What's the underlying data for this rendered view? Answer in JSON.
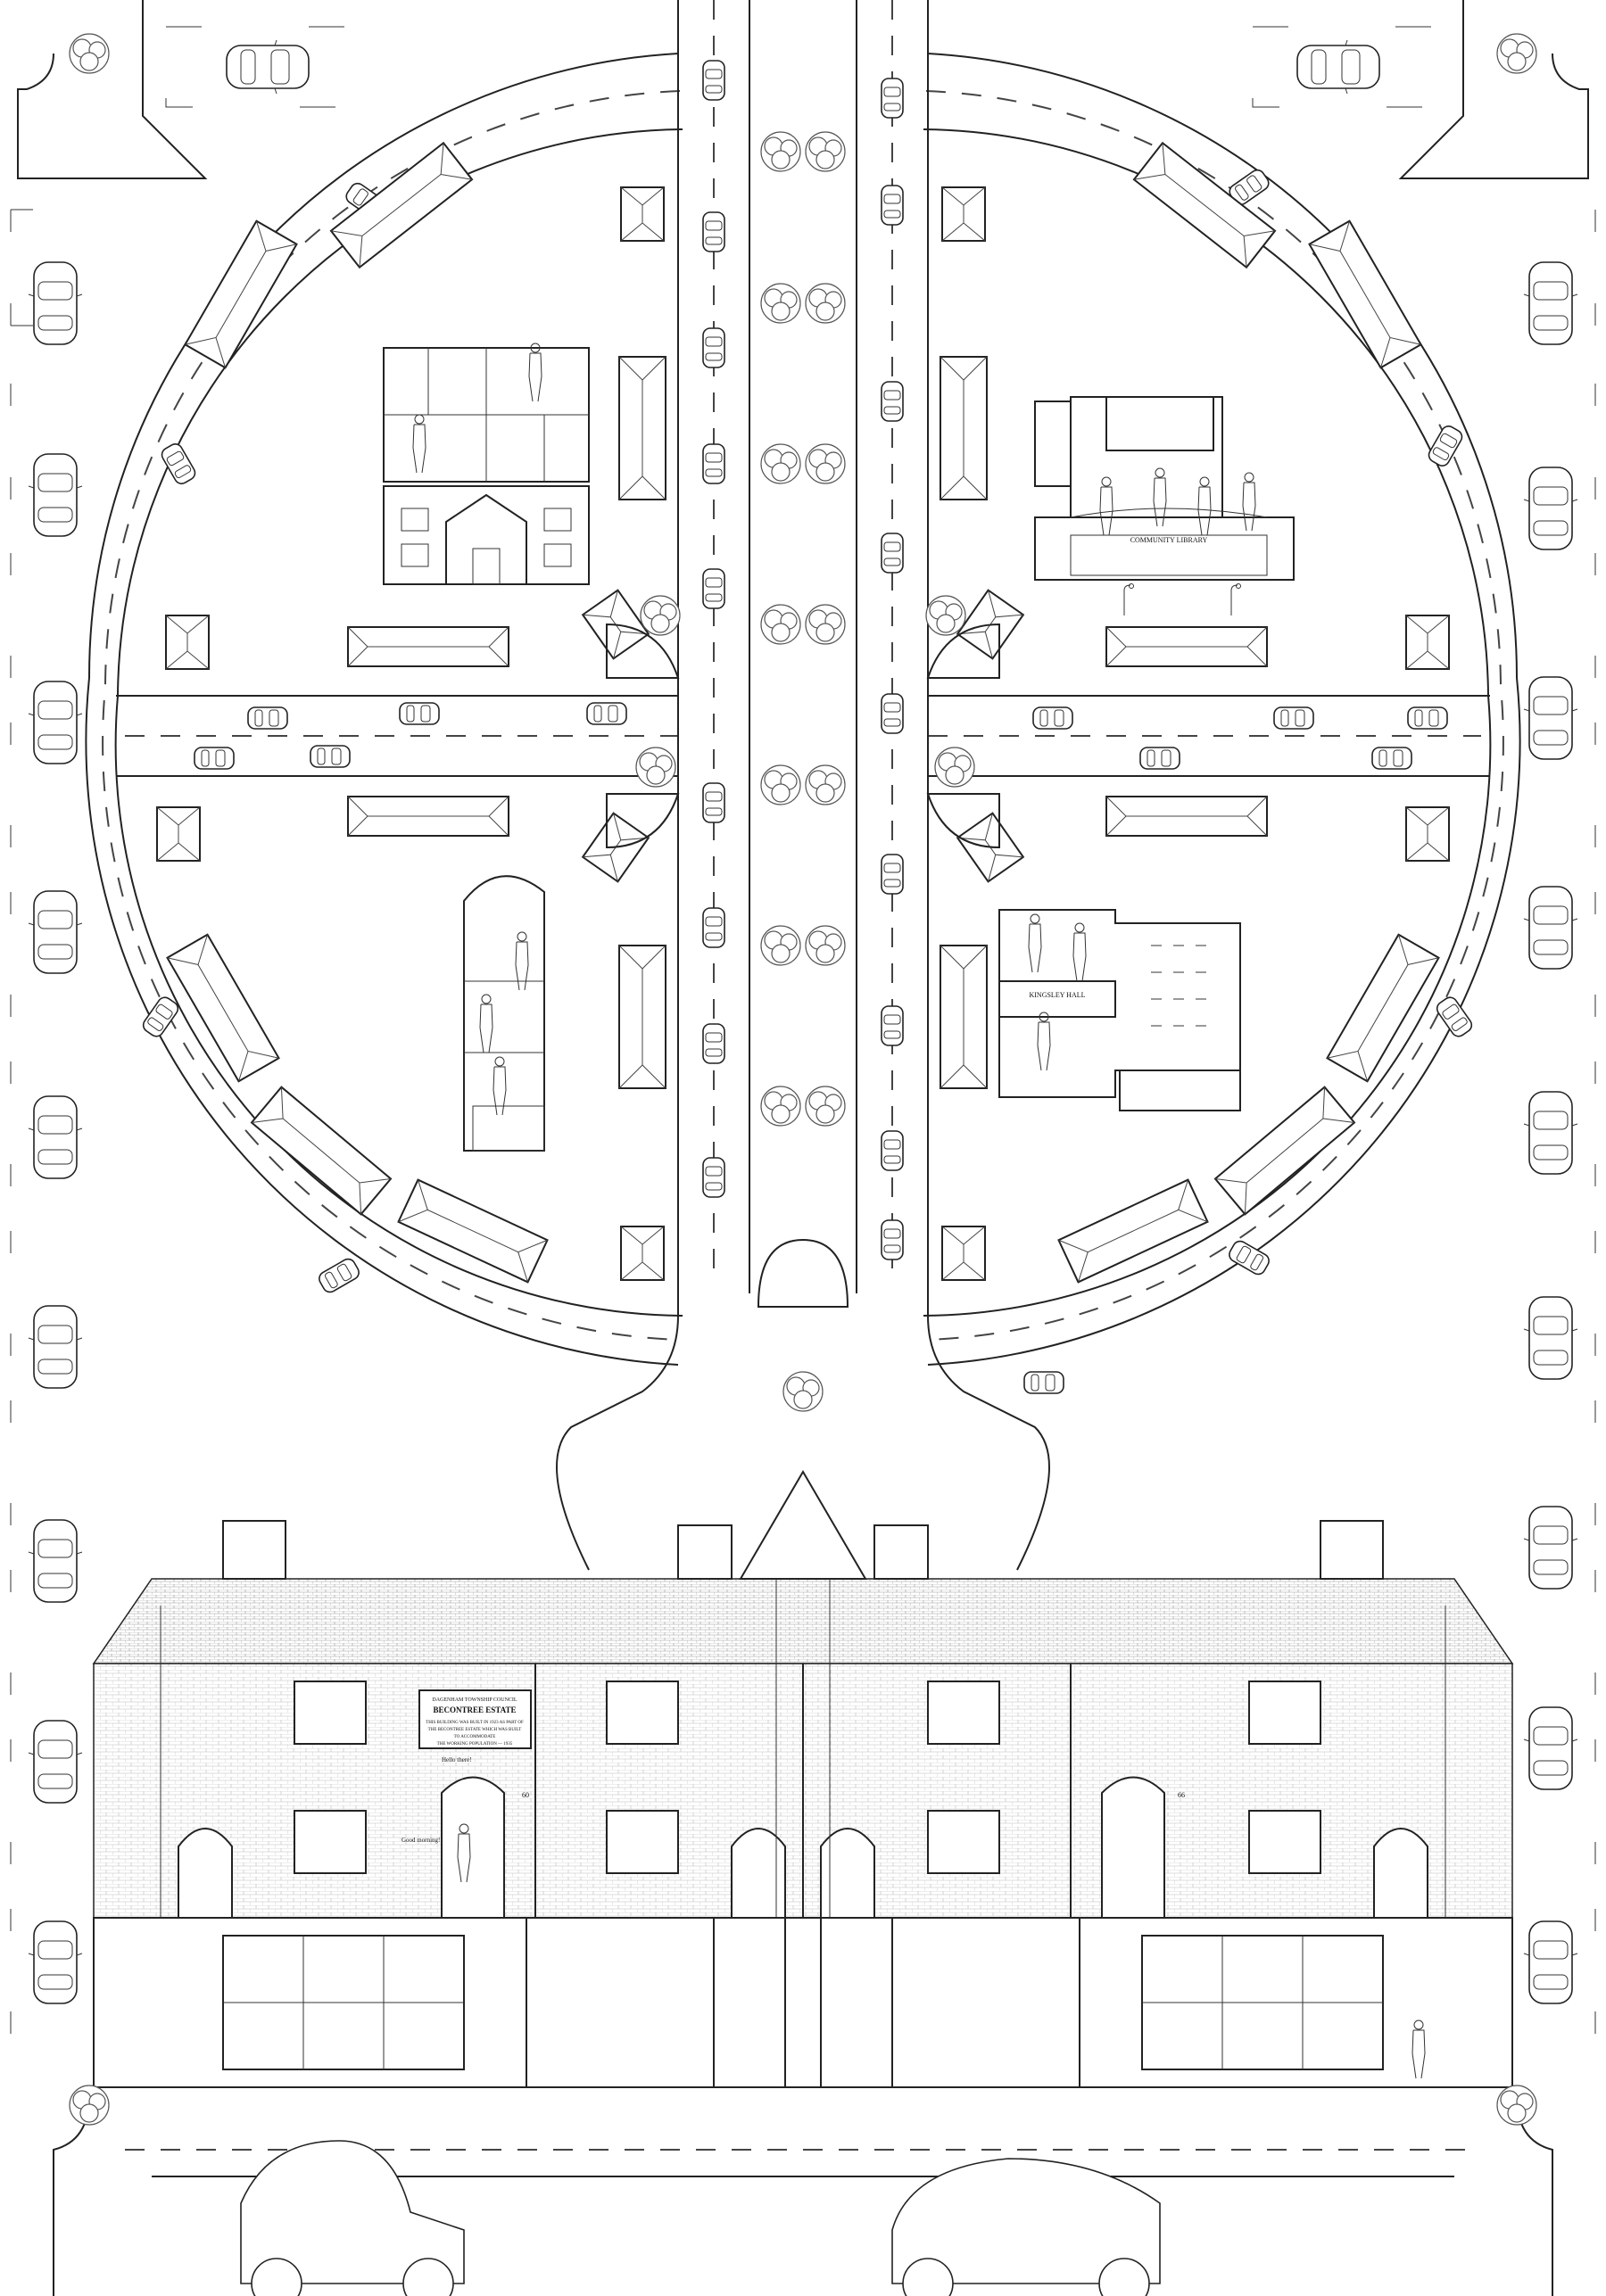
{
  "sign": {
    "council": "DAGENHAM TOWNSHIP COUNCIL",
    "title": "BECONTREE ESTATE",
    "lines": [
      "THIS BUILDING WAS BUILT IN 1923 AS PART OF",
      "THE BECONTREE ESTATE WHICH WAS BUILT",
      "TO ACCOMMODATE",
      "THE WORKING POPULATION — 1935"
    ]
  },
  "signs": {
    "library": "COMMUNITY LIBRARY",
    "hall": "KINGSLEY HALL"
  },
  "house_numbers": [
    "60",
    "66"
  ],
  "speech": [
    "Hello there!",
    "Good morning!"
  ],
  "icons": [
    "car-icon",
    "tree-icon",
    "person-icon",
    "streetlamp-icon",
    "deer-icon"
  ],
  "colors": {
    "line": "#222222",
    "background": "#ffffff"
  }
}
